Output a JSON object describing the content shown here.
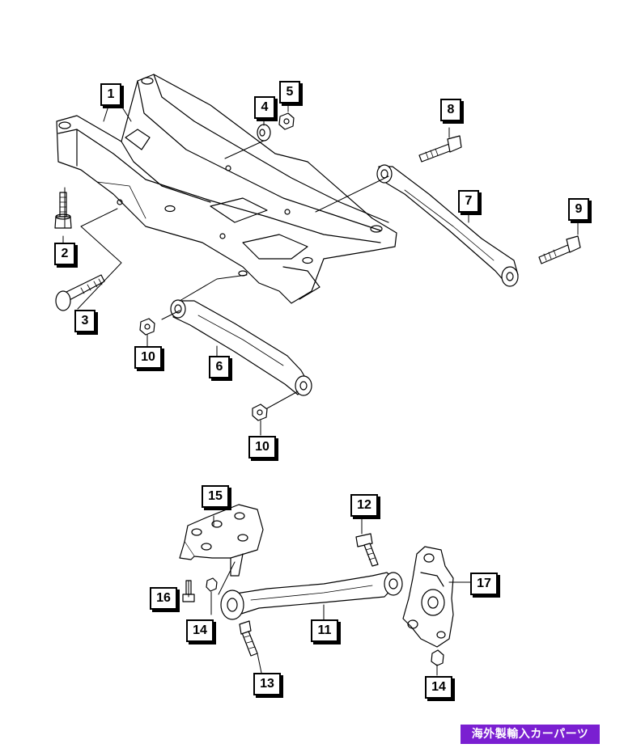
{
  "diagram": {
    "callouts": [
      {
        "id": "callout-1",
        "label": "1"
      },
      {
        "id": "callout-2",
        "label": "2"
      },
      {
        "id": "callout-3",
        "label": "3"
      },
      {
        "id": "callout-4",
        "label": "4"
      },
      {
        "id": "callout-5",
        "label": "5"
      },
      {
        "id": "callout-6",
        "label": "6"
      },
      {
        "id": "callout-7",
        "label": "7"
      },
      {
        "id": "callout-8",
        "label": "8"
      },
      {
        "id": "callout-9",
        "label": "9"
      },
      {
        "id": "callout-10a",
        "label": "10"
      },
      {
        "id": "callout-10b",
        "label": "10"
      },
      {
        "id": "callout-11",
        "label": "11"
      },
      {
        "id": "callout-12",
        "label": "12"
      },
      {
        "id": "callout-13",
        "label": "13"
      },
      {
        "id": "callout-14a",
        "label": "14"
      },
      {
        "id": "callout-14b",
        "label": "14"
      },
      {
        "id": "callout-15",
        "label": "15"
      },
      {
        "id": "callout-16",
        "label": "16"
      },
      {
        "id": "callout-17",
        "label": "17"
      }
    ]
  },
  "watermark": {
    "text": "海外製輸入カーパーツ",
    "color": "#7a1fd1"
  }
}
